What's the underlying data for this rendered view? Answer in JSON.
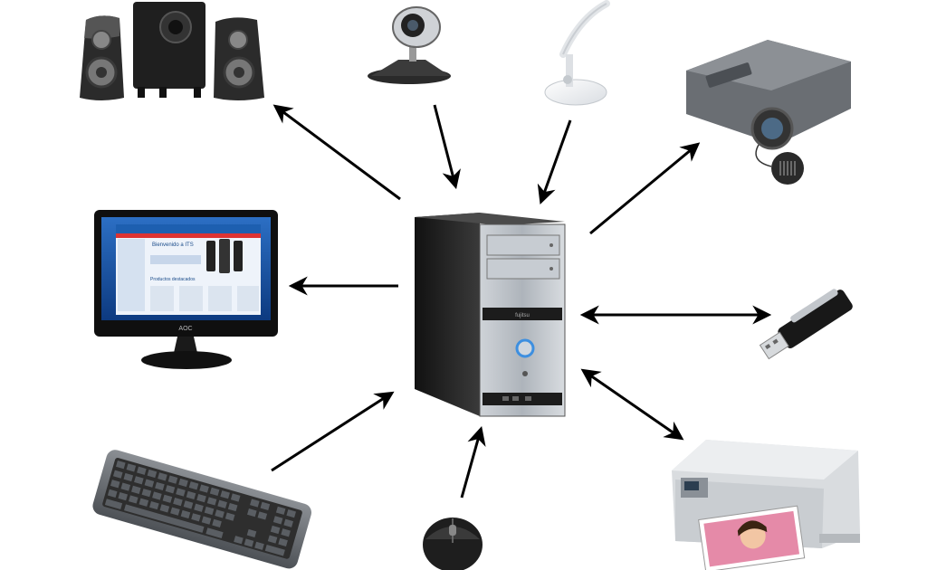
{
  "diagram": {
    "hub": "computer-tower",
    "peripherals": [
      {
        "id": "speakers",
        "direction": "output"
      },
      {
        "id": "webcam",
        "direction": "input"
      },
      {
        "id": "desk-lamp",
        "direction": "input"
      },
      {
        "id": "projector",
        "direction": "output"
      },
      {
        "id": "monitor",
        "direction": "output"
      },
      {
        "id": "usb-flash-drive",
        "direction": "bidirectional"
      },
      {
        "id": "keyboard",
        "direction": "input"
      },
      {
        "id": "mouse",
        "direction": "input"
      },
      {
        "id": "printer-scanner",
        "direction": "bidirectional"
      }
    ],
    "colors": {
      "arrow": "#000000",
      "background": "#ffffff",
      "tower": "#2a2a2a",
      "tower_panel": "#b9bfc6",
      "power_led": "#3d8fe0"
    },
    "labels": {
      "tower_brand": "fujitsu",
      "monitor_brand": "AOC",
      "monitor_screen_title": "Bienvenido a ITS",
      "monitor_screen_subtitle": "Productos destacados"
    }
  }
}
